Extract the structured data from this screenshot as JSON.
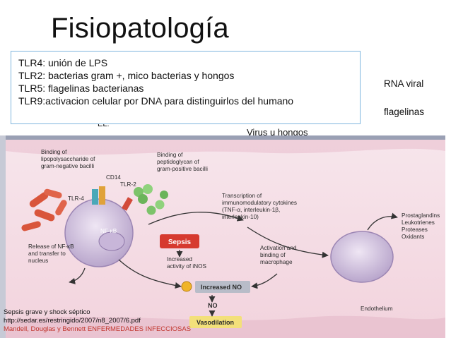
{
  "slide": {
    "title": "Fisiopatología",
    "tlr_lines": [
      "TLR4: unión de LPS",
      "TLR2: bacterias gram +, mico bacterias y hongos",
      "TLR5: flagelinas bacterianas",
      "TLR9:activacion celular por DNA para distinguirlos del humano"
    ],
    "right_labels": {
      "rna": "RNA viral",
      "flagelinas": "flagelinas"
    },
    "behind_text": {
      "virus": "Virus u hongos",
      "partial": "EL:"
    },
    "credits": [
      "Sepsis grave y shock séptico",
      "http://sedar.es/restringido/2007/n8_2007/6.pdf",
      "Mandell, Douglas y Bennett ENFERMEDADES INFECCIOSAS"
    ]
  },
  "diagram": {
    "binding_lps": [
      "Binding of",
      "lipopolysaccharide of",
      "gram-negative bacilli"
    ],
    "binding_pg": [
      "Binding of",
      "peptidoglycan of",
      "gram-positive bacilli"
    ],
    "cd14": "CD14",
    "tlr2": "TLR-2",
    "tlr4": "TLR-4",
    "nfkb": "NF-κB",
    "transcription": [
      "Transcription of",
      "immunomodulatory cytokines",
      "(TNF-α, interleukin-1β,",
      "interleukin-10)"
    ],
    "mediators": [
      "Prostaglandins",
      "Leukotrienes",
      "Proteases",
      "Oxidants"
    ],
    "release": [
      "Release of NF-κB",
      "and transfer to",
      "nucleus"
    ],
    "sepsis": "Sepsis",
    "inos": [
      "Increased",
      "activity of iNOS"
    ],
    "activation": [
      "Activation and",
      "binding of",
      "macrophage"
    ],
    "increased_no": "Increased NO",
    "no": "NO",
    "vasodilation": "Vasodilation",
    "endothelium": "Endothelium"
  }
}
